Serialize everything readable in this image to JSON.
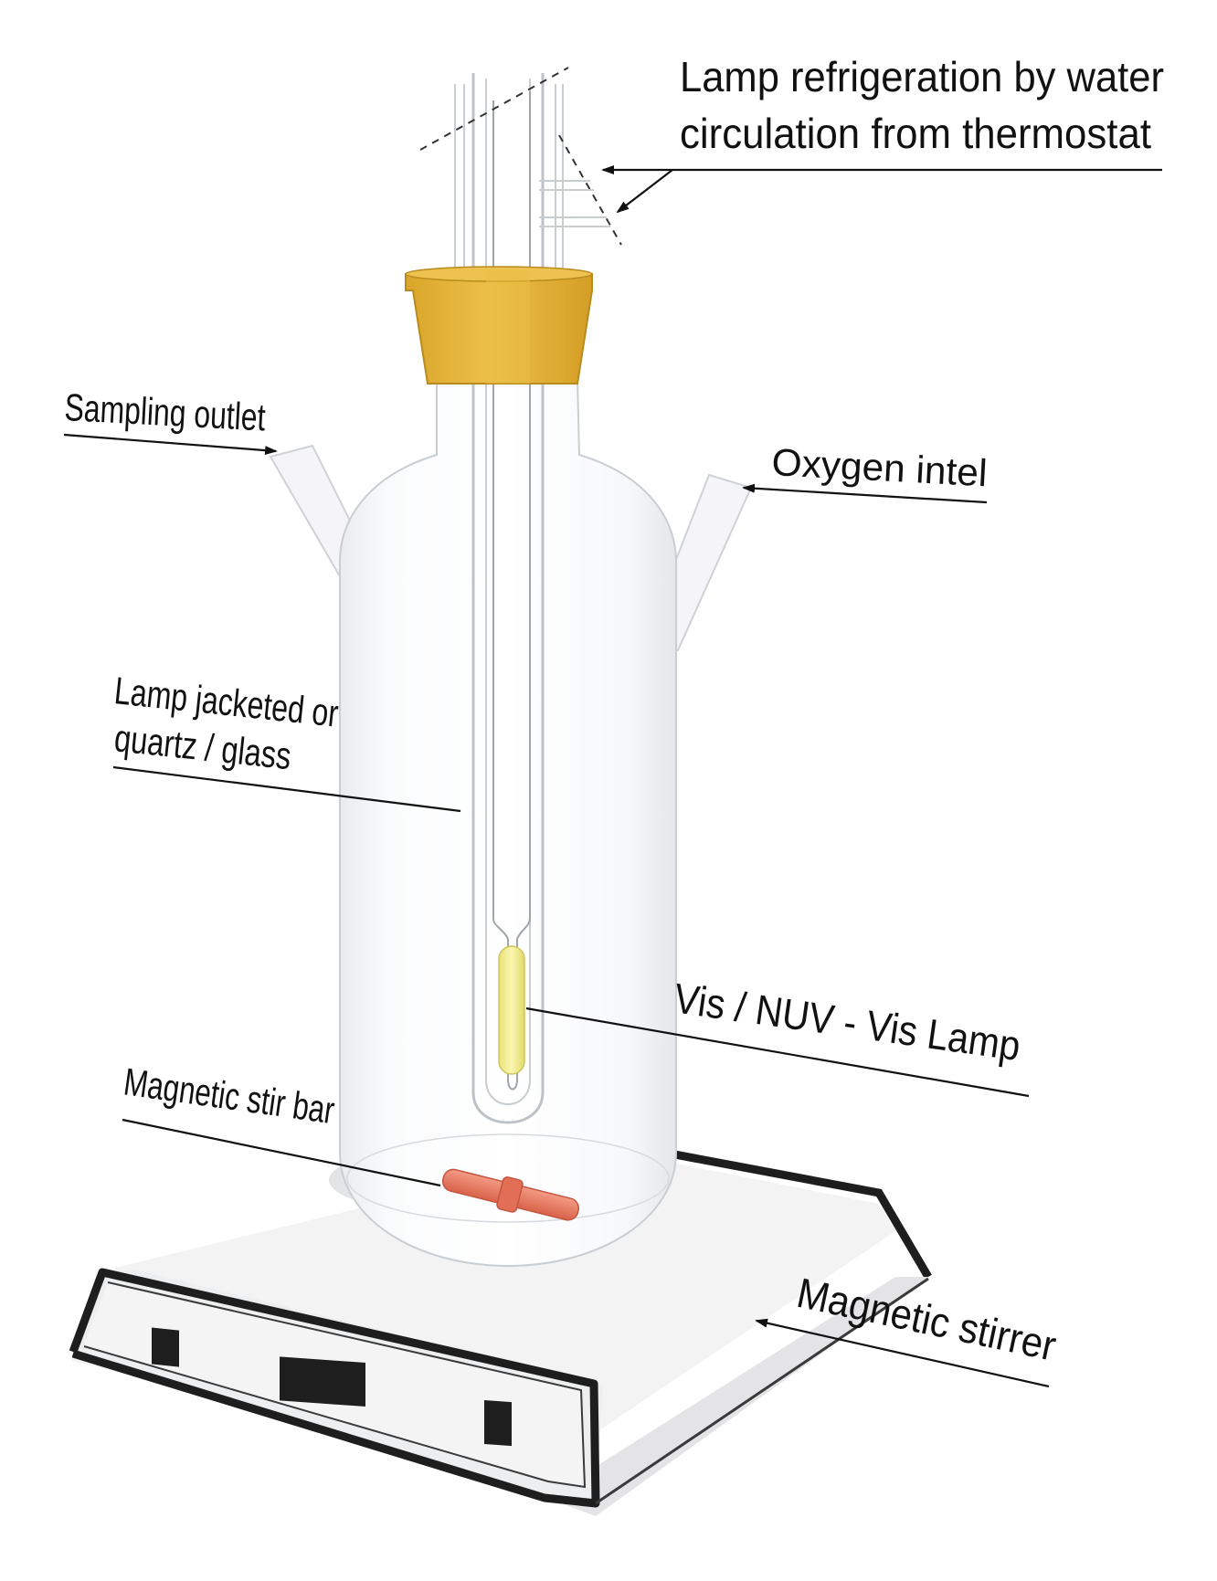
{
  "labels": {
    "lamp_refrigeration_line1": "Lamp refrigeration by water",
    "lamp_refrigeration_line2": "circulation from thermostat",
    "sampling_outlet": "Sampling outlet",
    "oxygen_inlet": "Oxygen intel",
    "lamp_jacket_line1": "Lamp jacketed or",
    "lamp_jacket_line2": "quartz / glass",
    "lamp": "Vis / NUV - Vis Lamp",
    "stir_bar": "Magnetic stir bar",
    "stirrer": "Magnetic stirrer"
  },
  "colors": {
    "stopper": "#E6B534",
    "lamp": "#F2EE8C",
    "stir_bar": "#EE7E66",
    "glass_edge": "#C9CED3",
    "stirrer_frame": "#1E1E1E",
    "stirrer_body": "#F2F2F2"
  }
}
